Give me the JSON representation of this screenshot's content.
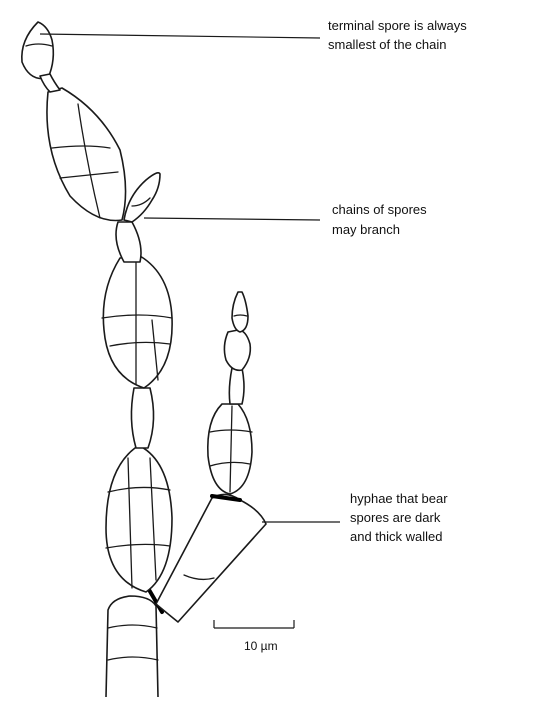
{
  "labels": {
    "terminal_spore": [
      "terminal spore is always",
      "smallest of the chain"
    ],
    "branching": [
      "chains of spores",
      "may branch"
    ],
    "hyphae": [
      "hyphae that bear",
      "spores are dark",
      "and thick walled"
    ]
  },
  "scale_bar": {
    "text": "10 µm"
  },
  "colors": {
    "line": "#1a1a1a",
    "background": "#ffffff"
  }
}
